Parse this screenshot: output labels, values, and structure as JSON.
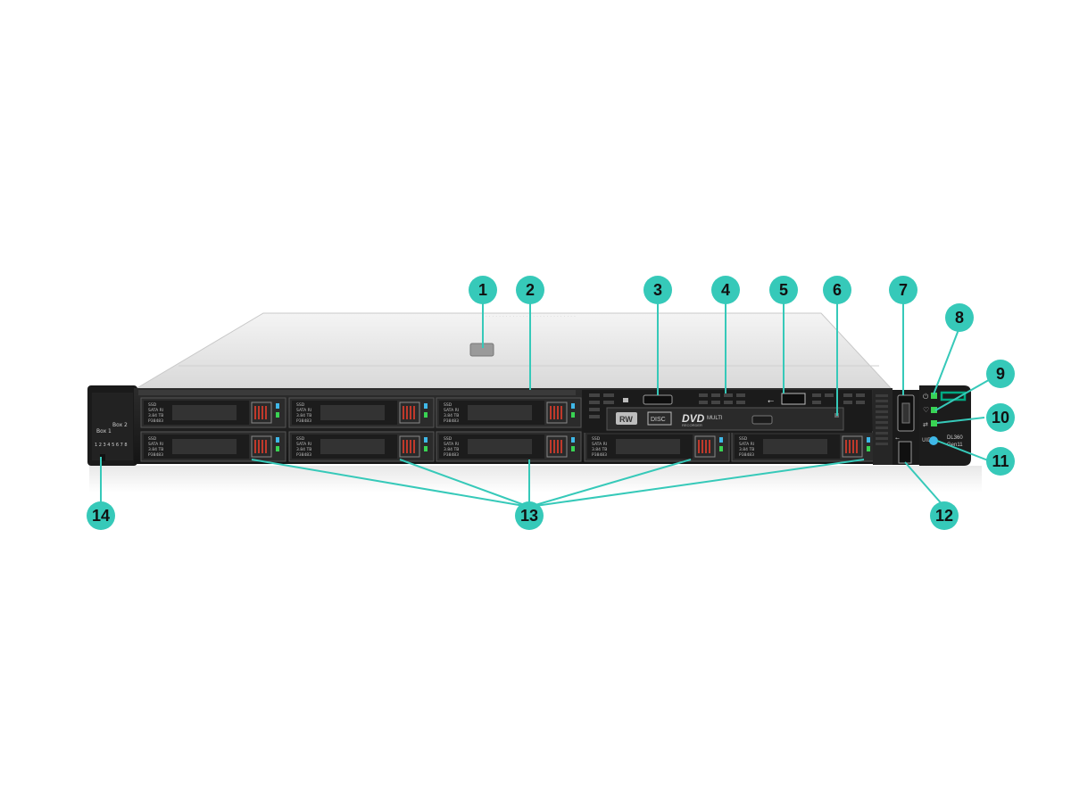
{
  "colors": {
    "callout": "#36c9b9",
    "leader": "#36c9b9",
    "chassis_top": "#e4e4e4",
    "chassis_front": "#1e1e1e",
    "bay": "#2b2b2b",
    "led_green": "#39d353",
    "led_blue": "#3fb8e8",
    "brand_green": "#01a982"
  },
  "callouts": [
    "1",
    "2",
    "3",
    "4",
    "5",
    "6",
    "7",
    "8",
    "9",
    "10",
    "11",
    "12",
    "13",
    "14"
  ],
  "drive_labels": {
    "line1": "SSD",
    "line2": "SATA RI",
    "line3": "3.84 TB",
    "line4": "P38483"
  },
  "media_bay": {
    "rw": "RW",
    "disc": "DISC",
    "dvd": "DVD",
    "multi": "MULTI",
    "recorder": "RECORDER"
  },
  "pull_tab": {
    "line1": "Box 1",
    "line2": "Box 2",
    "numbers": "1 2 3 4 5 6 7 8"
  },
  "model_label": {
    "line1": "DL360",
    "line2": "Gen11"
  },
  "icons": [
    "usb-icon",
    "display-port-icon",
    "power-icon",
    "health-icon",
    "nic-icon",
    "uid-icon"
  ]
}
